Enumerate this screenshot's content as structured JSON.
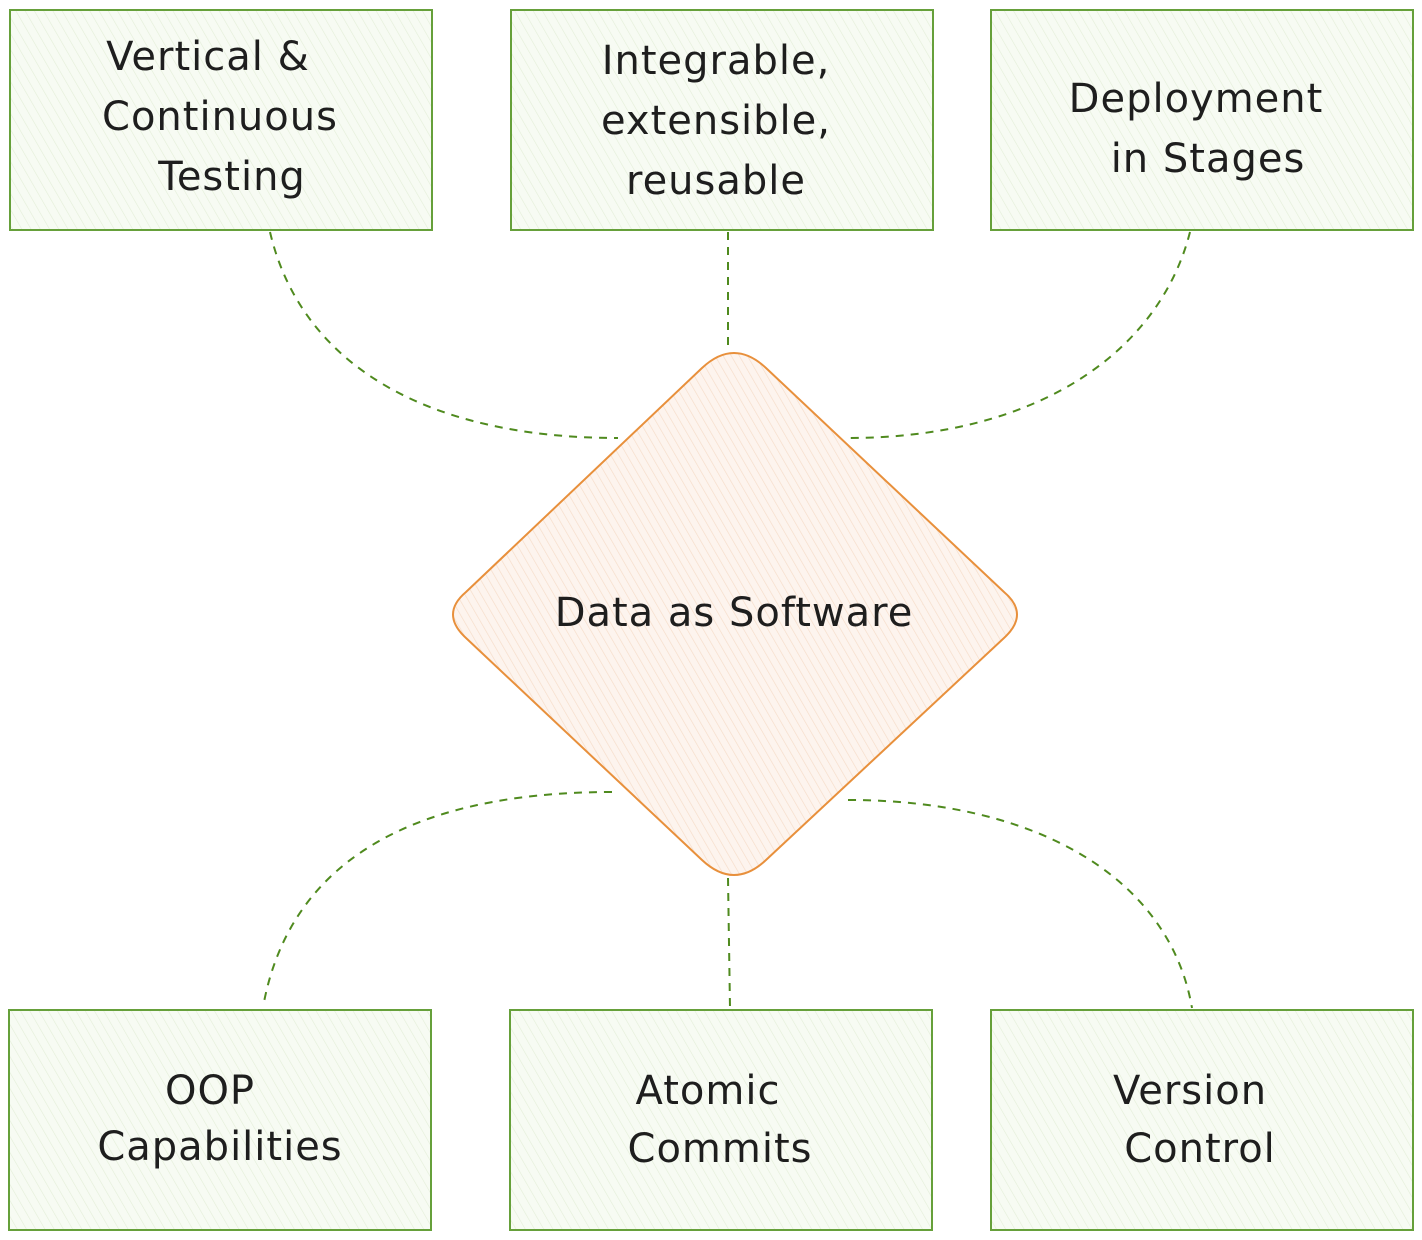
{
  "center": {
    "label": "Data as Software"
  },
  "nodes": {
    "top_left": {
      "lines": [
        "Vertical &",
        "Continuous",
        "Testing"
      ]
    },
    "top_middle": {
      "lines": [
        "Integrable,",
        "extensible,",
        "reusable"
      ]
    },
    "top_right": {
      "lines": [
        "Deployment",
        "in Stages"
      ]
    },
    "bottom_left": {
      "lines": [
        "OOP",
        "Capabilities"
      ]
    },
    "bottom_middle": {
      "lines": [
        "Atomic",
        "Commits"
      ]
    },
    "bottom_right": {
      "lines": [
        "Version",
        "Control"
      ]
    }
  },
  "colors": {
    "box_stroke": "#66a03a",
    "box_fill": "#f6faf2",
    "connector": "#4f8a1e",
    "diamond_stroke": "#e8903c",
    "diamond_fill": "#fdf2ea",
    "text": "#1e1e1e"
  }
}
